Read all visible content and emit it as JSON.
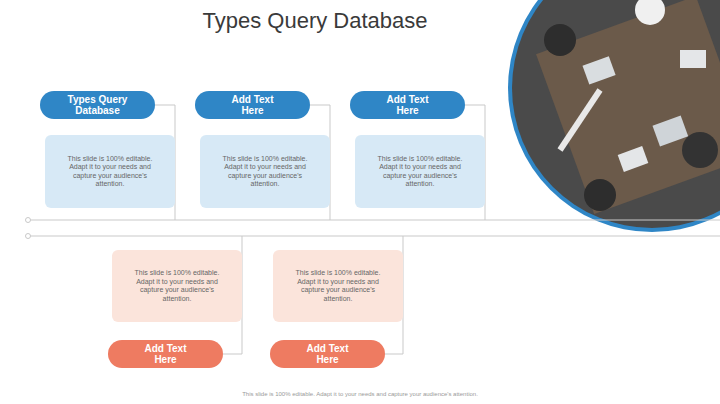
{
  "diagram": {
    "title": "Types Query Database",
    "nodes": [
      {
        "text": [
          "Types Query Database"
        ]
      },
      {
        "text": [
          "This slide is 100% editable. Adapt it to your needs and capture your audience's attention."
        ]
      },
      {
        "text": [
          "Add Text Here"
        ]
      },
      {
        "text": [
          "This slide is 100% editable. Adapt it to your needs and capture your audience's attention."
        ]
      },
      {
        "text": [
          "Add Text Here"
        ]
      },
      {
        "text": [
          "This slide is 100% editable. Adapt it to your needs and capture your audience's attention."
        ]
      },
      {
        "text": [
          "This slide is 100% editable. Adapt it to your needs and capture your audience's attention."
        ]
      },
      {
        "text": [
          "Add Text Here"
        ]
      },
      {
        "text": [
          "This slide is 100% editable. Adapt it to your needs and capture your audience's attention."
        ]
      },
      {
        "text": [
          "Add Text Here"
        ]
      }
    ],
    "labels": [
      "This slide is 100% editable. Adapt it to your needs and capture your audience's attention."
    ]
  }
}
